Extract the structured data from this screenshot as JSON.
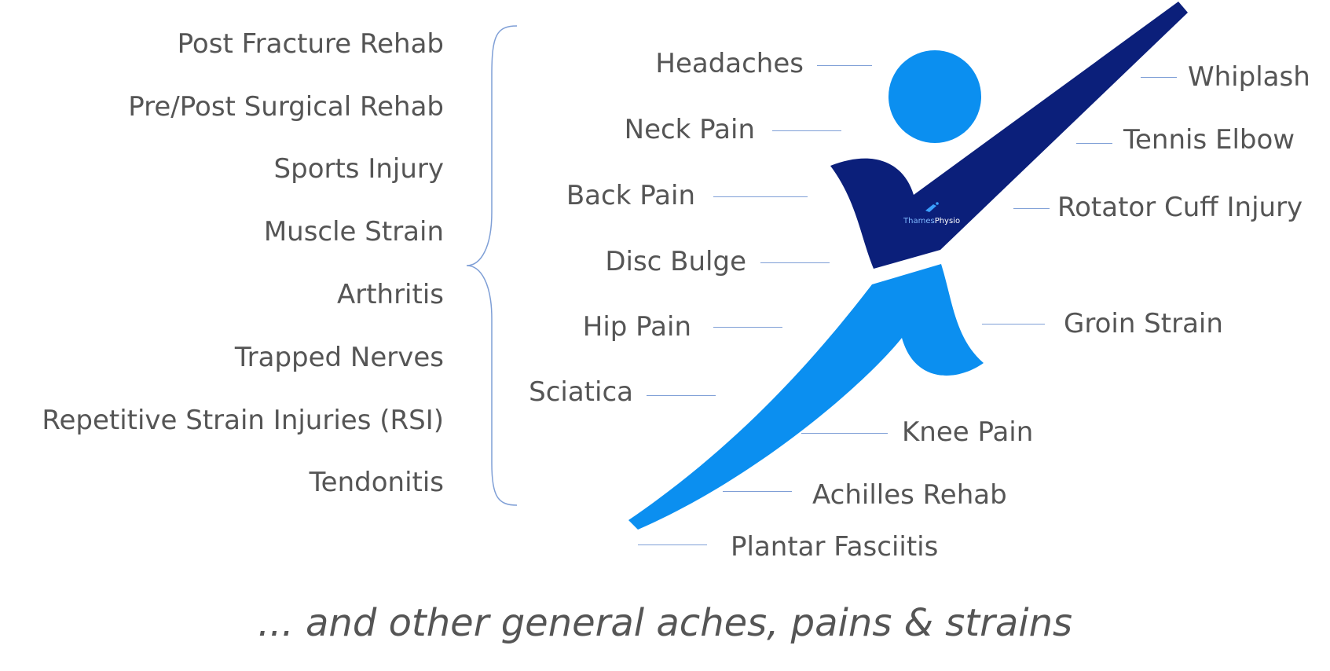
{
  "left_list": [
    "Post Fracture Rehab",
    "Pre/Post Surgical Rehab",
    "Sports Injury",
    "Muscle Strain",
    "Arthritis",
    "Trapped Nerves",
    "Repetitive Strain Injuries (RSI)",
    "Tendonitis"
  ],
  "body_labels": {
    "headaches": "Headaches",
    "neck_pain": "Neck Pain",
    "back_pain": "Back Pain",
    "disc_bulge": "Disc Bulge",
    "hip_pain": "Hip Pain",
    "sciatica": "Sciatica",
    "whiplash": "Whiplash",
    "tennis_elbow": "Tennis Elbow",
    "rotator_cuff": "Rotator Cuff Injury",
    "groin_strain": "Groin Strain",
    "knee_pain": "Knee Pain",
    "achilles": "Achilles Rehab",
    "plantar": "Plantar Fasciitis"
  },
  "brand": {
    "name_part1": "Thames",
    "name_part2": "Physio"
  },
  "tagline": "... and other general aches, pains & strains",
  "colors": {
    "navy": "#0b1f7a",
    "light_blue": "#0b8ff0",
    "text": "#555555",
    "leader_line": "#7f9fd6"
  }
}
